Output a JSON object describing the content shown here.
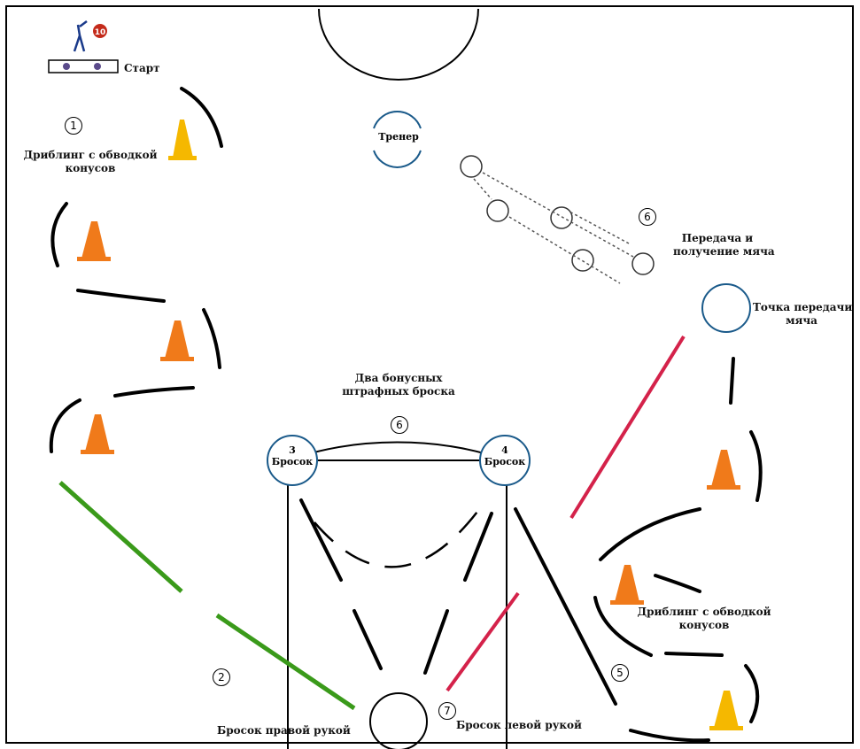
{
  "labels": {
    "start": "Старт",
    "coach": "Тренер",
    "dribble_left_1": "Дриблинг с обводкой",
    "dribble_left_2": "конусов",
    "pass_1": "Передача и",
    "pass_2": "получение мяча",
    "pass_point_1": "Точка передачи",
    "pass_point_2": "мяча",
    "bonus_1": "Два бонусных",
    "bonus_2": "штрафных броска",
    "shot_3": "Бросок",
    "shot_4": "Бросок",
    "dribble_right_1": "Дриблинг с обводкой",
    "dribble_right_2": "конусов",
    "right_hand": "Бросок правой рукой",
    "left_hand": "Бросок левой рукой",
    "player_number": "10"
  },
  "numbers": {
    "n1": "1",
    "n2": "2",
    "n3": "3",
    "n4": "4",
    "n5": "5",
    "n6a": "6",
    "n6b": "6",
    "n7": "7"
  },
  "colors": {
    "cone": "#f07a1a",
    "cone_yellow": "#f5b800",
    "green_path": "#3a9a1a",
    "red_path": "#d4224a",
    "ring": "#1a5a8a"
  }
}
